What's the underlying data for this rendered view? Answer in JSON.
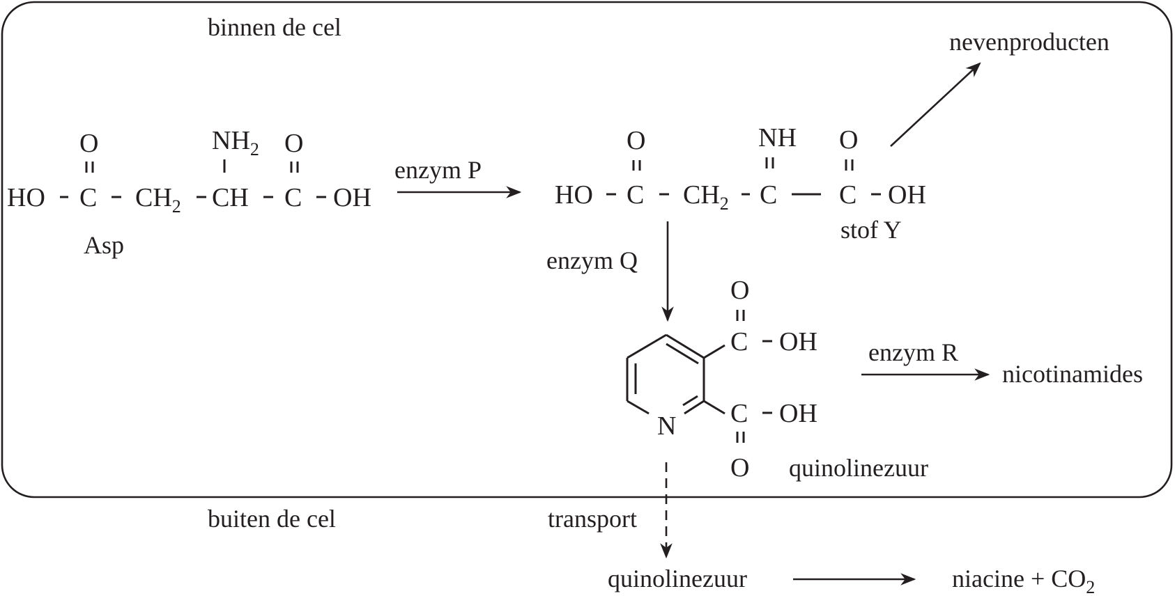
{
  "labels": {
    "inside": "binnen de cel",
    "outside": "buiten de cel",
    "byproducts": "nevenproducten",
    "enzyme_p": "enzym P",
    "enzyme_q": "enzym Q",
    "enzyme_r": "enzym R",
    "nicotinamides": "nicotinamides",
    "transport": "transport",
    "quinolinic_inside": "quinolinezuur",
    "quinolinic_outside": "quinolinezuur",
    "niacine": "niacine + CO",
    "niacine_sub": "2"
  },
  "asp": {
    "name": "Asp",
    "HO": "HO",
    "C1": "C",
    "CH": "CH",
    "sub2": "2",
    "CH2b": "CH",
    "C2": "C",
    "OH": "OH",
    "O1": "O",
    "NH": "NH",
    "NH_sub": "2",
    "O2": "O"
  },
  "stofy": {
    "name": "stof Y",
    "HO": "HO",
    "C1": "C",
    "CH": "CH",
    "sub2": "2",
    "C2": "C",
    "C3": "C",
    "OH": "OH",
    "O1": "O",
    "NH": "NH",
    "O3": "O"
  },
  "quinolinic": {
    "N": "N",
    "C_top": "C",
    "OH_top": "OH",
    "O_top": "O",
    "C_bot": "C",
    "OH_bot": "OH",
    "O_bot": "O"
  }
}
